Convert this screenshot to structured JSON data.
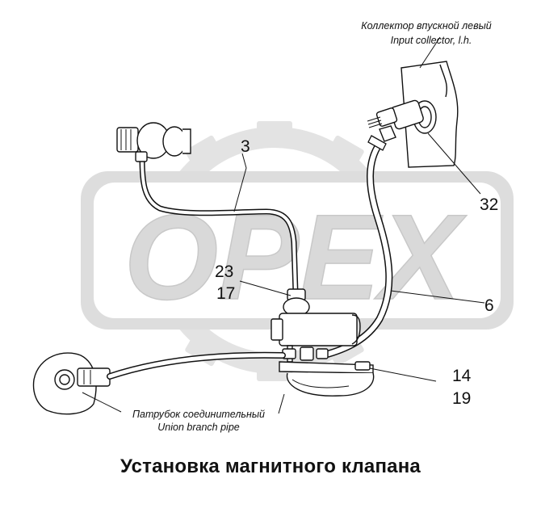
{
  "title": "Установка магнитного клапана",
  "watermark": {
    "text": "OPEX",
    "color": "#d9d9d9"
  },
  "labels": {
    "collector_ru": "Коллектор впускной левый",
    "collector_en": "Input collector, l.h.",
    "union_ru": "Патрубок соединительный",
    "union_en": "Union branch pipe"
  },
  "callouts": {
    "c3": "3",
    "c32": "32",
    "c23": "23",
    "c17": "17",
    "c6": "6",
    "c14": "14",
    "c19": "19"
  }
}
